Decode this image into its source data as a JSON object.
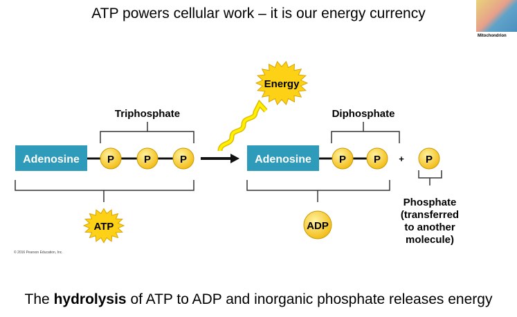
{
  "title": "ATP powers cellular work – it is our energy currency",
  "caption": {
    "pre": "The ",
    "bold": "hydrolysis",
    "post": " of ATP to ADP and inorganic phosphate releases energy"
  },
  "diagram": {
    "adenosine": "Adenosine",
    "p": "P",
    "triphosphate": "Triphosphate",
    "diphosphate": "Diphosphate",
    "energy": "Energy",
    "atp": "ATP",
    "adp": "ADP",
    "plus": "+",
    "phosphate_lines": [
      "Phosphate",
      "(transferred",
      "to another",
      "molecule)"
    ],
    "copyright": "© 2016 Pearson Education, Inc."
  },
  "mitochondrion": {
    "label": "Mitochondrion"
  },
  "colors": {
    "adenosine": "#2f9bbb",
    "phosphate": "#f5c518",
    "star": "#fcd116"
  }
}
